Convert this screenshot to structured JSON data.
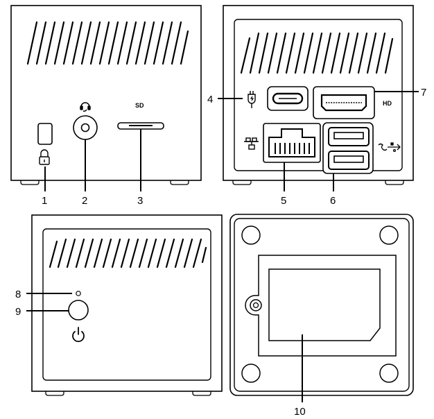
{
  "callouts": [
    "1",
    "2",
    "3",
    "4",
    "5",
    "6",
    "7",
    "8",
    "9",
    "10"
  ],
  "port_labels": {
    "sd": "SD",
    "hd": "HD"
  }
}
